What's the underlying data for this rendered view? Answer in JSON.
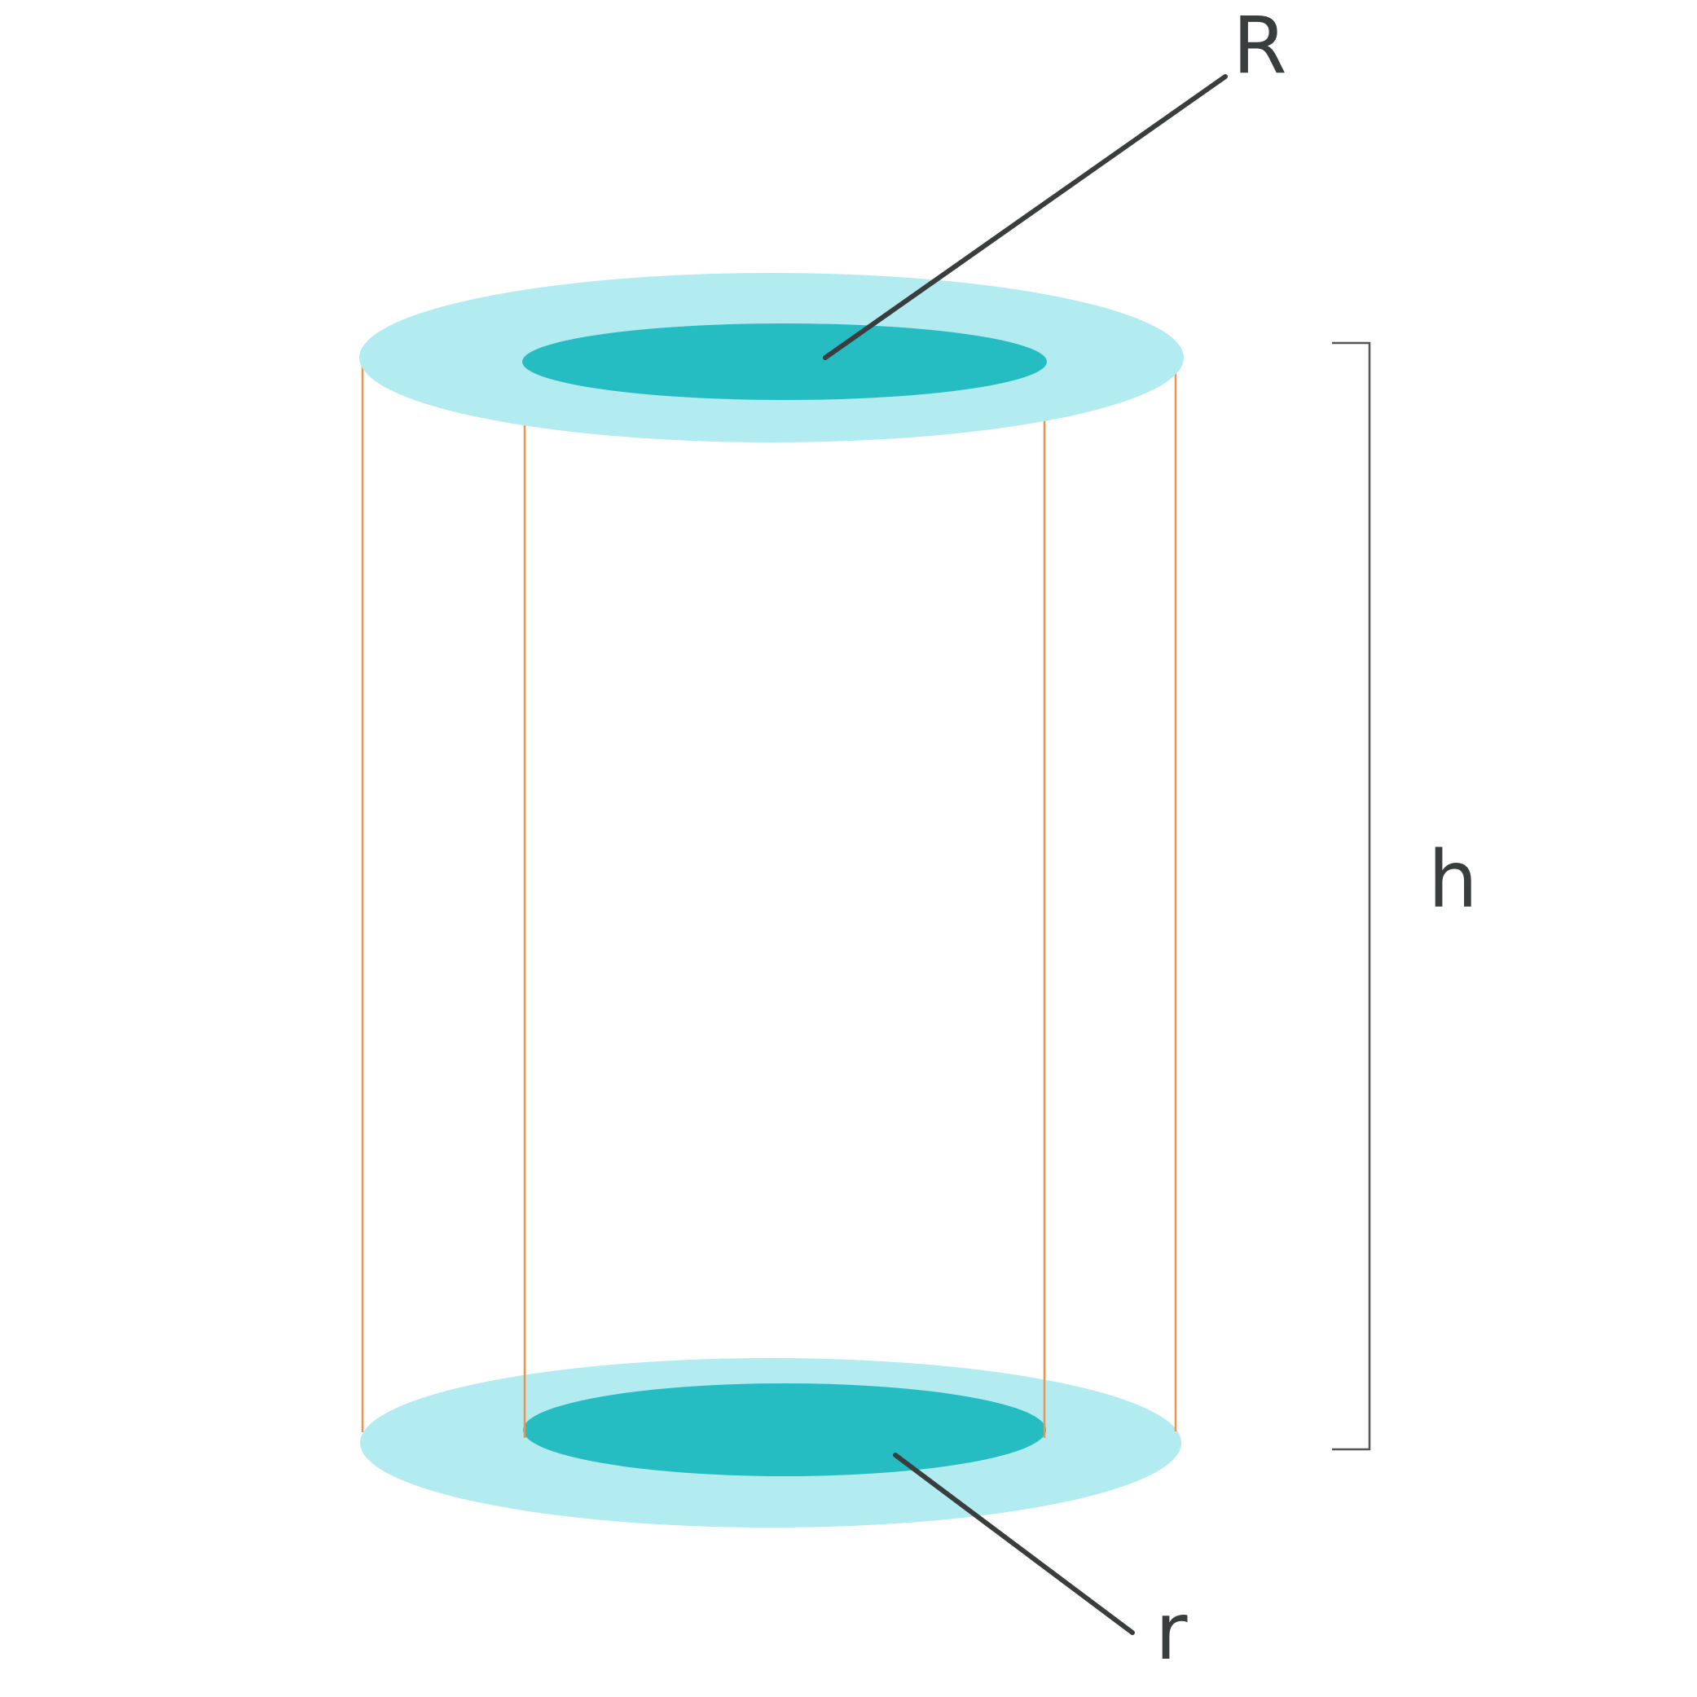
{
  "labels": {
    "outer_radius": "R",
    "inner_radius": "r",
    "height": "h"
  },
  "colors": {
    "outer_ring": "#b2ebf0",
    "inner_disk": "#25bdc2",
    "edge_lines": "#f0924a",
    "leader_lines": "#3a3d3d",
    "bracket": "#555555",
    "label_text": "#3a3d3d",
    "background": "#ffffff"
  }
}
